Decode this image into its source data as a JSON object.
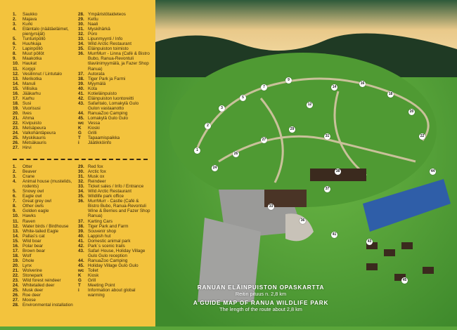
{
  "legend": {
    "fi_left": [
      {
        "n": "1.",
        "label": "Saukko"
      },
      {
        "n": "2.",
        "label": "Majava"
      },
      {
        "n": "3.",
        "label": "Kurki"
      },
      {
        "n": "4.",
        "label": "Eläintalo (näätäeläimet, pienjyrsijät)"
      },
      {
        "n": "5.",
        "label": "Tunturipöllö"
      },
      {
        "n": "6.",
        "label": "Huuhkaja"
      },
      {
        "n": "7.",
        "label": "Lapinpöllö"
      },
      {
        "n": "8.",
        "label": "Muut pöllöt"
      },
      {
        "n": "9.",
        "label": "Maakotka"
      },
      {
        "n": "10.",
        "label": "Haukat"
      },
      {
        "n": "11.",
        "label": "Korppi"
      },
      {
        "n": "12.",
        "label": "Vesilinnut / Lintutalo"
      },
      {
        "n": "13.",
        "label": "Merikotka"
      },
      {
        "n": "14.",
        "label": "Manuli"
      },
      {
        "n": "15.",
        "label": "Villisika"
      },
      {
        "n": "16.",
        "label": "Jääkarhu"
      },
      {
        "n": "17.",
        "label": "Karhu"
      },
      {
        "n": "18.",
        "label": "Susi"
      },
      {
        "n": "19.",
        "label": "Vuorisusi"
      },
      {
        "n": "20.",
        "label": "Ilves"
      },
      {
        "n": "21.",
        "label": "Ahma"
      },
      {
        "n": "22.",
        "label": "Kivipuisto"
      },
      {
        "n": "23.",
        "label": "Metsäpeura"
      },
      {
        "n": "24.",
        "label": "Valkohäntäpeura"
      },
      {
        "n": "25.",
        "label": "Myskikauris"
      },
      {
        "n": "26.",
        "label": "Metsäkauris"
      },
      {
        "n": "27.",
        "label": "Hirvi"
      }
    ],
    "fi_right": [
      {
        "n": "28.",
        "label": "Ympäristötaideteos"
      },
      {
        "n": "29.",
        "label": "Kettu"
      },
      {
        "n": "30.",
        "label": "Naali"
      },
      {
        "n": "31.",
        "label": "Myskihärkä"
      },
      {
        "n": "32.",
        "label": "Poro"
      },
      {
        "n": "33.",
        "label": "Lipunmyynti / Info"
      },
      {
        "n": "34.",
        "label": "Wild Arctic Restaurant"
      },
      {
        "n": "35.",
        "label": "Eläinpuiston toimisto"
      },
      {
        "n": "36.",
        "label": "MurrMurr - Linna (Café & Bistro Bubo, Ranua-Revontuli tilaviinimyymälä, ja Fazer Shop Ranua)"
      },
      {
        "n": "37.",
        "label": "Autorata"
      },
      {
        "n": "38.",
        "label": "Tiger Park ja Farmi"
      },
      {
        "n": "39.",
        "label": "Myymälä"
      },
      {
        "n": "40.",
        "label": "Kota"
      },
      {
        "n": "41.",
        "label": "Kotieläinpuisto"
      },
      {
        "n": "42.",
        "label": "Eläinpuiston luontoreitti"
      },
      {
        "n": "43.",
        "label": "Safaritalo, Lomakylä Gulo Gulon vastaanotto"
      },
      {
        "n": "44.",
        "label": "RanuaZoo Camping"
      },
      {
        "n": "45.",
        "label": "Lomakylä Gulo Gulo"
      },
      {
        "n": "wc",
        "label": "Vessa"
      },
      {
        "n": "K",
        "label": "Kioski"
      },
      {
        "n": "G",
        "label": "Grilli"
      },
      {
        "n": "T",
        "label": "Tapaamispaikka"
      },
      {
        "n": "i",
        "label": "Jäätikköinfo"
      }
    ],
    "en_left": [
      {
        "n": "1.",
        "label": "Otter"
      },
      {
        "n": "2.",
        "label": "Beaver"
      },
      {
        "n": "3.",
        "label": "Crane"
      },
      {
        "n": "4.",
        "label": "Animal house (mustelids, rodents)"
      },
      {
        "n": "5.",
        "label": "Snowy owl"
      },
      {
        "n": "6.",
        "label": "Eagle owl"
      },
      {
        "n": "7.",
        "label": "Great grey owl"
      },
      {
        "n": "8.",
        "label": "Other owls"
      },
      {
        "n": "9.",
        "label": "Golden eagle"
      },
      {
        "n": "10.",
        "label": "Hawks"
      },
      {
        "n": "11.",
        "label": "Raven"
      },
      {
        "n": "12.",
        "label": "Water birds / Birdhouse"
      },
      {
        "n": "13.",
        "label": "White-tailed Eagle"
      },
      {
        "n": "14.",
        "label": "Pallas's cat"
      },
      {
        "n": "15.",
        "label": "Wild boar"
      },
      {
        "n": "16.",
        "label": "Polar bear"
      },
      {
        "n": "17.",
        "label": "Brown bear"
      },
      {
        "n": "18.",
        "label": "Wolf"
      },
      {
        "n": "19.",
        "label": "Dhole"
      },
      {
        "n": "20.",
        "label": "Lynx"
      },
      {
        "n": "21.",
        "label": "Wolverine"
      },
      {
        "n": "22.",
        "label": "Stonepark"
      },
      {
        "n": "23.",
        "label": "Wild forest reindeer"
      },
      {
        "n": "24.",
        "label": "Whitetailed deer"
      },
      {
        "n": "25.",
        "label": "Musk deer"
      },
      {
        "n": "26.",
        "label": "Roe deer"
      },
      {
        "n": "27.",
        "label": "Moose"
      },
      {
        "n": "28.",
        "label": "Environmental installation"
      }
    ],
    "en_right": [
      {
        "n": "29.",
        "label": "Red fox"
      },
      {
        "n": "30.",
        "label": "Arctic fox"
      },
      {
        "n": "31.",
        "label": "Musk ox"
      },
      {
        "n": "32.",
        "label": "Reindeer"
      },
      {
        "n": "33.",
        "label": "Ticket sales / Info / Entrance"
      },
      {
        "n": "34.",
        "label": "Wild Arctic Restaurant"
      },
      {
        "n": "35.",
        "label": "Wildlife park office"
      },
      {
        "n": "36.",
        "label": "MurrMurr - Castle (Café & Bistro Bubo, Ranua-Revontuli Wine & Berries and Fazer Shop Ranua)"
      },
      {
        "n": "37.",
        "label": "Karting Cars"
      },
      {
        "n": "38.",
        "label": "Tiger Park and Farm"
      },
      {
        "n": "39.",
        "label": "Souvenir shop"
      },
      {
        "n": "40.",
        "label": "Lappish hut"
      },
      {
        "n": "41.",
        "label": "Domestic animal park"
      },
      {
        "n": "42.",
        "label": "Park´s scenic trails"
      },
      {
        "n": "43.",
        "label": "Safari House, Holiday Village Gulo Gulo reception"
      },
      {
        "n": "44.",
        "label": "RanuaZoo Camping"
      },
      {
        "n": "45.",
        "label": "Holiday Village Gulo Gulo"
      },
      {
        "n": "wc",
        "label": "Toilet"
      },
      {
        "n": "K",
        "label": "Kiosk"
      },
      {
        "n": "G",
        "label": "Grill"
      },
      {
        "n": "T",
        "label": "Meeting Point"
      },
      {
        "n": "i",
        "label": "Information about global warming"
      }
    ]
  },
  "map": {
    "title_fi": "RANUAN ELÄINPUISTON OPASKARTTA",
    "subtitle_fi": "Reitin pituus n. 2,8 km",
    "title_en": "A GUIDE MAP OF RANUA WILDLIFE PARK",
    "subtitle_en": "The length of the route about 2,8 km",
    "markers": [
      "1",
      "2",
      "3",
      "5",
      "7",
      "9",
      "12",
      "14",
      "16",
      "18",
      "20",
      "22",
      "24",
      "26",
      "27",
      "29",
      "31",
      "33",
      "36",
      "37",
      "38",
      "41",
      "43",
      "44",
      "45"
    ]
  },
  "colors": {
    "legend_bg": "#f3c33d",
    "grass": "#5aa53a",
    "sky": "#f1d9a0",
    "forest": "#1f3a24"
  }
}
